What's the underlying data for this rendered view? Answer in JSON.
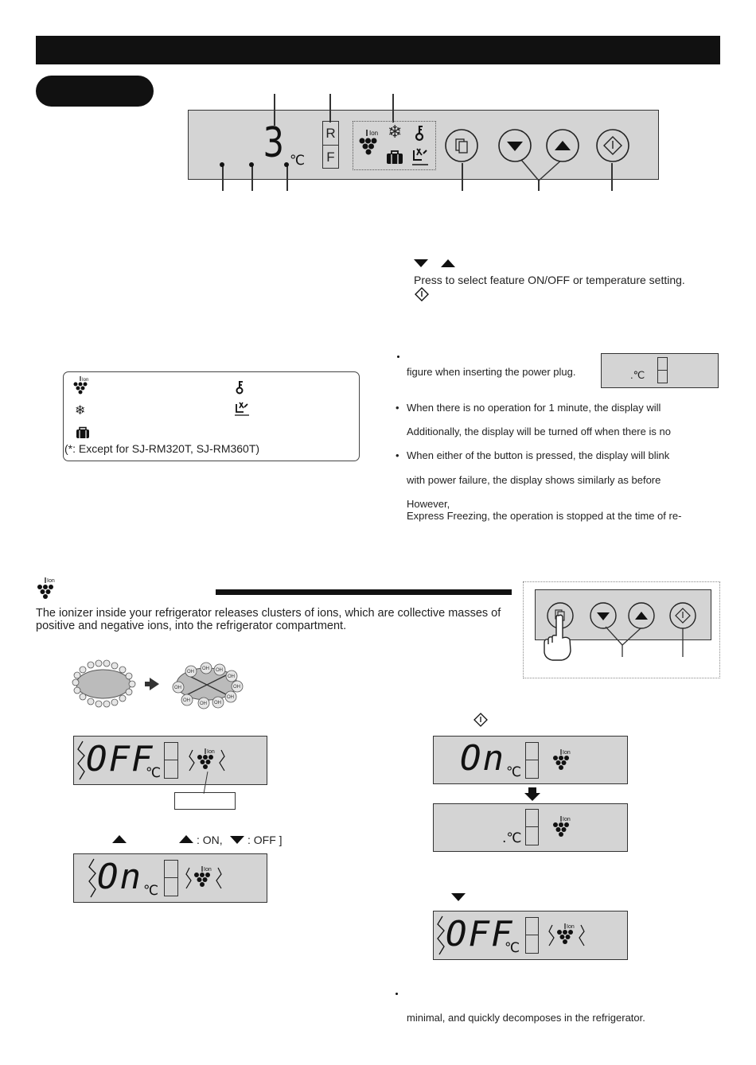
{
  "panel": {
    "segment_digit": "3",
    "degree_unit": "℃",
    "r_label": "R",
    "f_label": "F",
    "ion_tag": "Ion"
  },
  "buttons_note": {
    "select_text": "Press to select feature ON/OFF or temperature setting."
  },
  "notes": {
    "plug_note": "figure when inserting the power plug.",
    "plug_display_unit": ".℃",
    "display_note_1": "When there is no operation for 1 minute, the display will",
    "display_note_2": "Additionally, the display will  be turned off when there is no",
    "blink_note_1": "When either of the button is pressed, the display will blink",
    "blink_note_2": "with power failure, the display shows similarly as before",
    "however": "However,",
    "express_note": "Express Freezing, the operation is stopped at the time of re-"
  },
  "legend": {
    "except_note": "(*: Except for SJ-RM320T, SJ-RM360T)"
  },
  "ionizer": {
    "ion_tag": "Ion",
    "description": "The ionizer inside your refrigerator releases clusters of ions, which are collective masses of positive and negative ions, into the refrigerator compartment.",
    "oh_label": "OH",
    "display_off": "OFF",
    "display_on": "On",
    "degree_unit": "℃",
    "degree_unit_dot": ".℃",
    "on_off_hint_on": ": ON,",
    "on_off_hint_off": ": OFF ]",
    "final_note": "minimal, and quickly decomposes in the refrigerator."
  },
  "colors": {
    "lcd": "#d4d4d4",
    "header_bar": "#111111"
  }
}
